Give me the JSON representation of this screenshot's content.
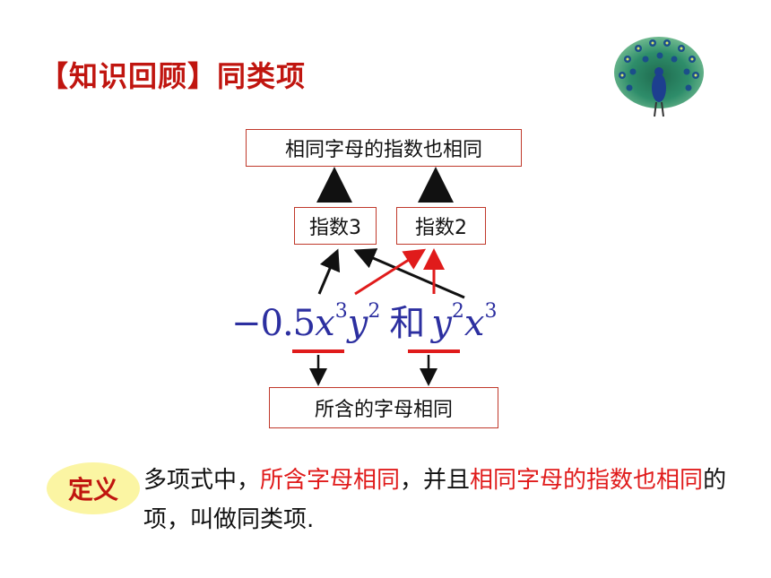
{
  "title": "【知识回顾】同类项",
  "icons": {
    "peacock": "peacock-image"
  },
  "boxes": {
    "top": "相同字母的指数也相同",
    "exp3": "指数3",
    "exp2": "指数2",
    "bottom": "所含的字母相同"
  },
  "expression": {
    "coef": "−0.5",
    "x1": "x",
    "x1_exp": "3",
    "y1": "y",
    "y1_exp": "2",
    "and": "和",
    "y2": "y",
    "y2_exp": "2",
    "x2": "x",
    "x2_exp": "3"
  },
  "definition": {
    "badge": "定义",
    "p1": "多项式中，",
    "p2": "所含字母相同",
    "p3": "，并且",
    "p4": "相同字母的指数也相同",
    "p5": "的项，叫做同类项."
  },
  "colors": {
    "title": "#c0150f",
    "highlight": "#e01b1b",
    "expression": "#2c2fa0",
    "badge_bg": "#fbf5a3",
    "box_border": "#c0392b"
  }
}
